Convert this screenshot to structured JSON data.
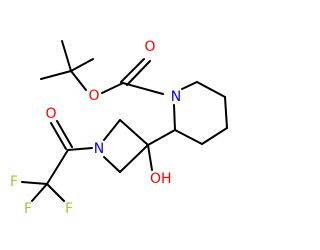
{
  "molecule": {
    "atom_labels": {
      "o_carbonyl_boc": "O",
      "o_ester_boc": "O",
      "n_piperidine": "N",
      "n_azetidine": "N",
      "o_hydroxyl": "OH",
      "o_carbonyl_acyl": "O",
      "f_1": "F",
      "f_2": "F",
      "f_3": "F"
    },
    "colors": {
      "bond": "#000000",
      "oxygen": "#ff0000",
      "nitrogen": "#0000ff",
      "fluorine": "#9acd32"
    }
  }
}
